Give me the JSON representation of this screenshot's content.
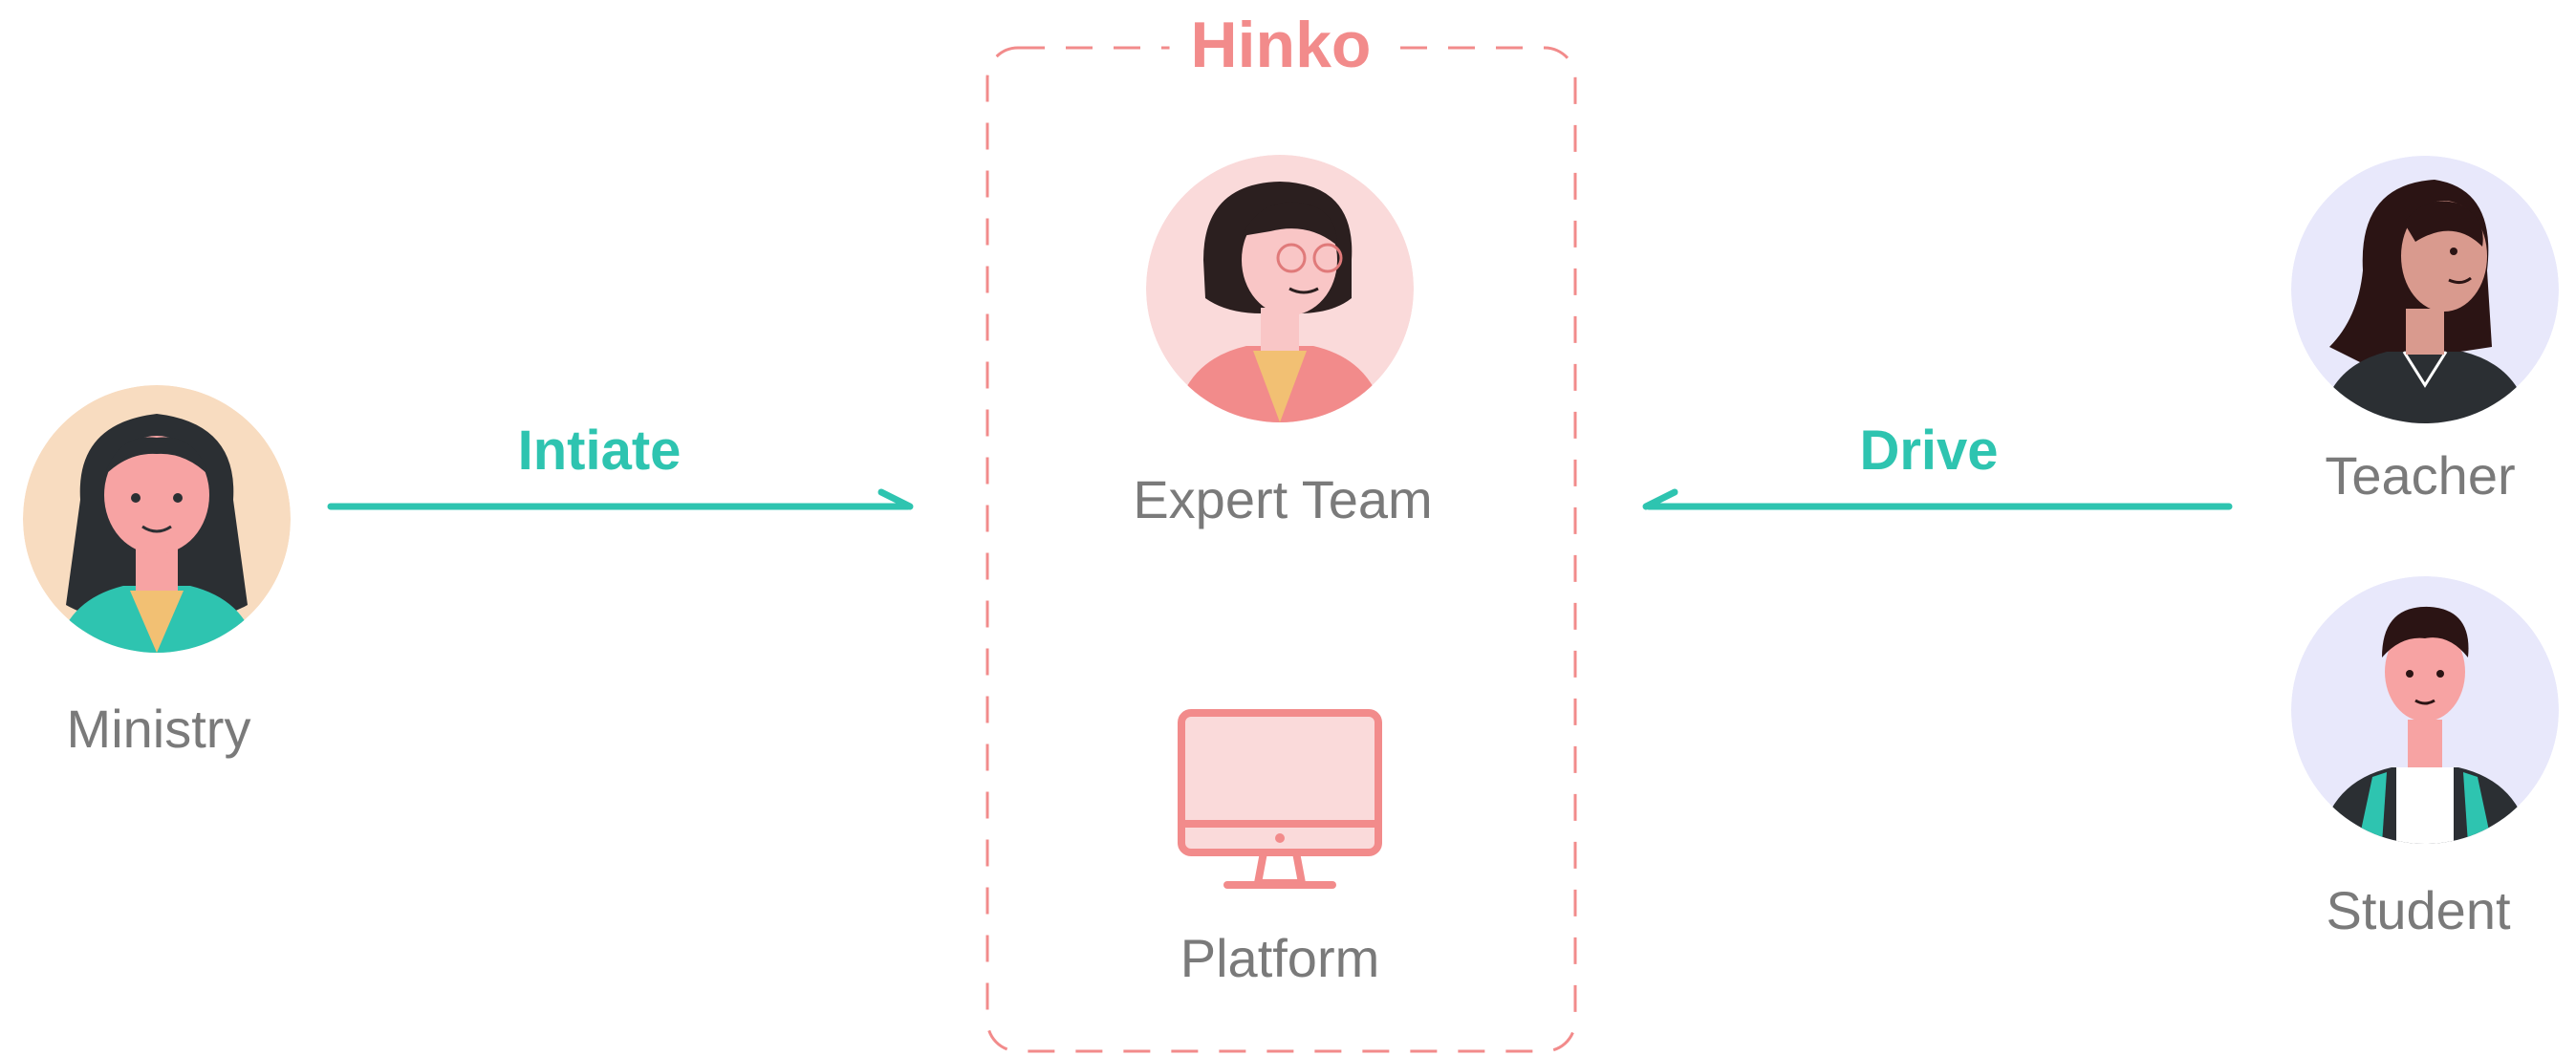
{
  "group": {
    "title": "Hinko"
  },
  "nodes": {
    "ministry": {
      "label": "Ministry"
    },
    "expert_team": {
      "label": "Expert Team"
    },
    "platform": {
      "label": "Platform"
    },
    "teacher": {
      "label": "Teacher"
    },
    "student": {
      "label": "Student"
    }
  },
  "edges": {
    "initiate": {
      "label": "Intiate"
    },
    "drive": {
      "label": "Drive"
    }
  },
  "colors": {
    "accent_teal": "#2ec4b0",
    "accent_pink": "#f28b8b",
    "label_gray": "#7a7a7a"
  },
  "icons": [
    "woman-avatar-icon",
    "woman-glasses-avatar-icon",
    "monitor-icon",
    "teacher-avatar-icon",
    "student-avatar-icon",
    "arrow-icon"
  ]
}
